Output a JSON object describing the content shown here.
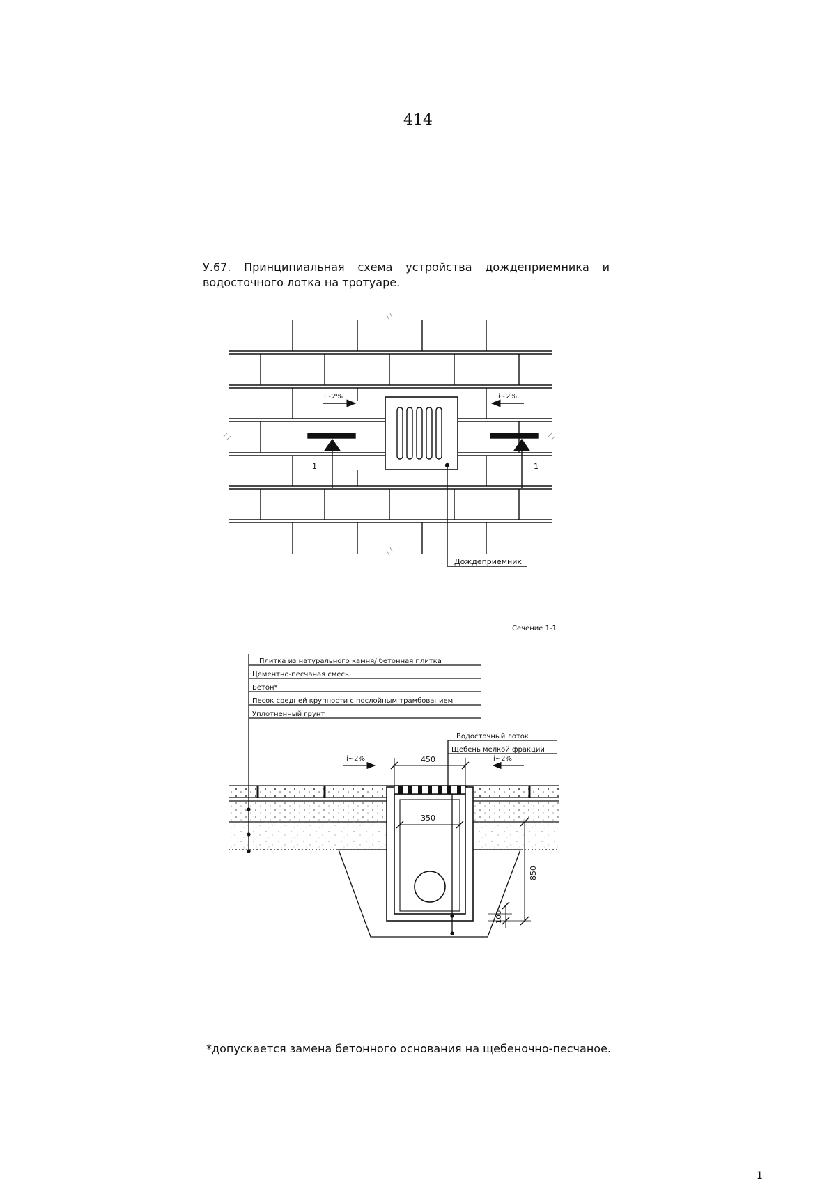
{
  "page": {
    "number": "414",
    "corner_mark": "1"
  },
  "caption": {
    "words": [
      "У.67.",
      "Принципиальная",
      "схема",
      "устройства",
      "дождеприемника",
      "и"
    ],
    "line2": "водосточного лотка на тротуаре."
  },
  "plan": {
    "slope_left": "i~2%",
    "slope_right": "i~2%",
    "section_mark_left": "1",
    "section_mark_right": "1",
    "inlet_label": "Дождеприемник"
  },
  "section": {
    "title": "Сечение 1-1",
    "layers": [
      "Плитка из натурального камня/ бетонная плитка",
      "Цементно-песчаная смесь",
      "Бетон*",
      "Песок средней крупности с послойным трамбованием",
      "Уплотненный грунт"
    ],
    "right_labels": [
      "Водосточный лоток",
      "Щебень мелкой фракции"
    ],
    "slope_left": "i~2%",
    "slope_right": "i~2%",
    "dim_top": "450",
    "dim_inner": "350",
    "dim_depth": "850",
    "dim_base": "100"
  },
  "footnote": "*допускается замена бетонного основания на щебеночно-песчаное."
}
